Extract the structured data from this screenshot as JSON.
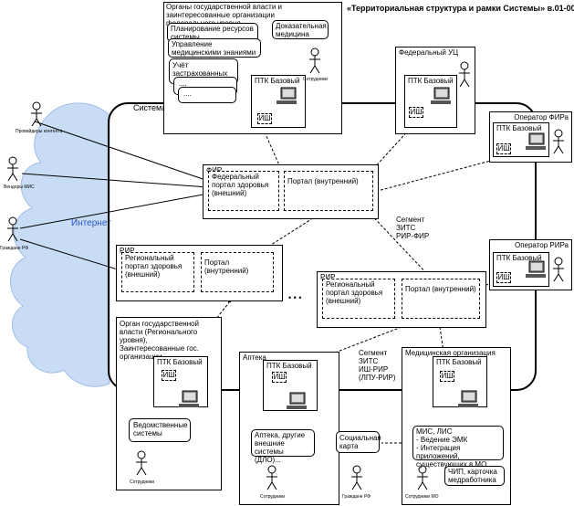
{
  "title": "«Территориальная структура и рамки Системы» в.01-003",
  "system_label": "Система",
  "cloud_label": "Интернет",
  "actors": {
    "content_providers": "Провайдеры контента",
    "mis_vendors": "Вендоры МИС",
    "citizens": "Граждане РФ",
    "employees_fed": "Сотрудники",
    "employees_reg": "Сотрудники",
    "employees_pharm": "Сотрудники",
    "citizens_bottom": "Граждане РФ",
    "employees_mo": "Сотрудники МО"
  },
  "fed_org": {
    "title": "Органы государственной власти и заинтересованные организации федерального уровня",
    "items": [
      "Планирование ресурсов системы здравоохранения",
      "Доказательная медицина",
      "Управление медицинскими знаниями",
      "Учёт застрахованных",
      "....",
      "...."
    ]
  },
  "fed_uc": {
    "title": "Федеральный УЦ"
  },
  "ptk_label": "ПТК Базовый",
  "ish_label": "ИШ",
  "operator_fir": "Оператор ФИРа",
  "operator_rir": "Оператор РИРа",
  "fir": {
    "title": "ФИР",
    "ext_portal": "Федеральный портал здоровья (внешний)",
    "int_portal": "Портал (внутренний)"
  },
  "segment_fir": [
    "Сегмент",
    "ЗИТС",
    "РИР-ФИР"
  ],
  "rir1": {
    "title": "РИР",
    "ext_portal": "Региональный портал здоровья (внешний)",
    "int_portal": "Портал (внутренний)"
  },
  "rir2": {
    "title": "РИР",
    "ext_portal": "Региональный портал здоровья (внешний)",
    "int_portal": "Портал (внутренний)"
  },
  "ellipsis": "• • •",
  "reg_org": {
    "title": "Орган государственной власти (Регионального уровня), Заинтересованные гос. организации",
    "dept_systems": "Ведомственные системы"
  },
  "pharmacy": {
    "title": "Аптека",
    "systems": "Аптека, другие внешние системы (ДЛО)..."
  },
  "segment_lpu": [
    "Сегмент",
    "ЗИТС",
    "ИШ-РИР",
    "(ЛПУ-РИР)"
  ],
  "med_org": {
    "title": "Медицинская организация",
    "mis": [
      "МИС, ЛИС",
      "- Ведение ЭМК",
      "- Интеграция приложений,",
      "существующих в МО"
    ],
    "chip": "ЧИП, карточка медработника"
  },
  "social_card": "Социальная карта"
}
